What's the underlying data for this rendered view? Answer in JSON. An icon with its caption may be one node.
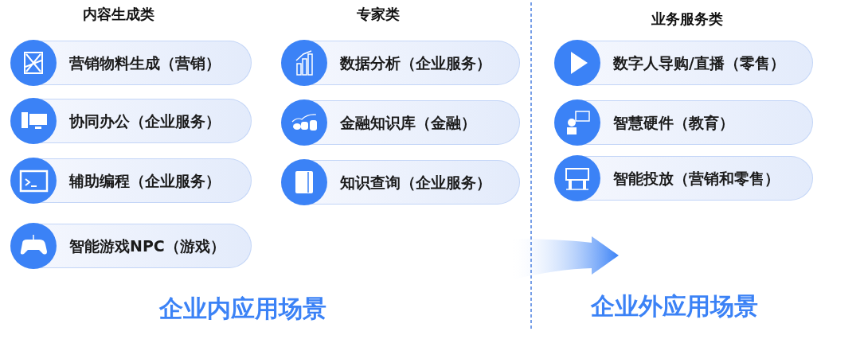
{
  "diagram": {
    "nodes": [
      {
        "text": [
          "营销物料生成（营销）"
        ]
      },
      {
        "text": [
          "协同办公（企业服务）"
        ]
      },
      {
        "text": [
          "辅助编程（企业服务）"
        ]
      },
      {
        "text": [
          "智能游戏NPC（游戏）"
        ]
      },
      {
        "text": [
          "数据分析（企业服务）"
        ]
      },
      {
        "text": [
          "金融知识库（金融）"
        ]
      },
      {
        "text": [
          "知识查询（企业服务）"
        ]
      },
      {
        "text": [
          "数字人导购/直播（零售）"
        ]
      },
      {
        "text": [
          "智慧硬件（教育）"
        ]
      },
      {
        "text": [
          "智能投放（营销和零售）"
        ]
      }
    ],
    "labels": [
      "内容生成类",
      "专家类",
      "业务服务类",
      "企业内应用场景",
      "企业外应用场景"
    ]
  }
}
